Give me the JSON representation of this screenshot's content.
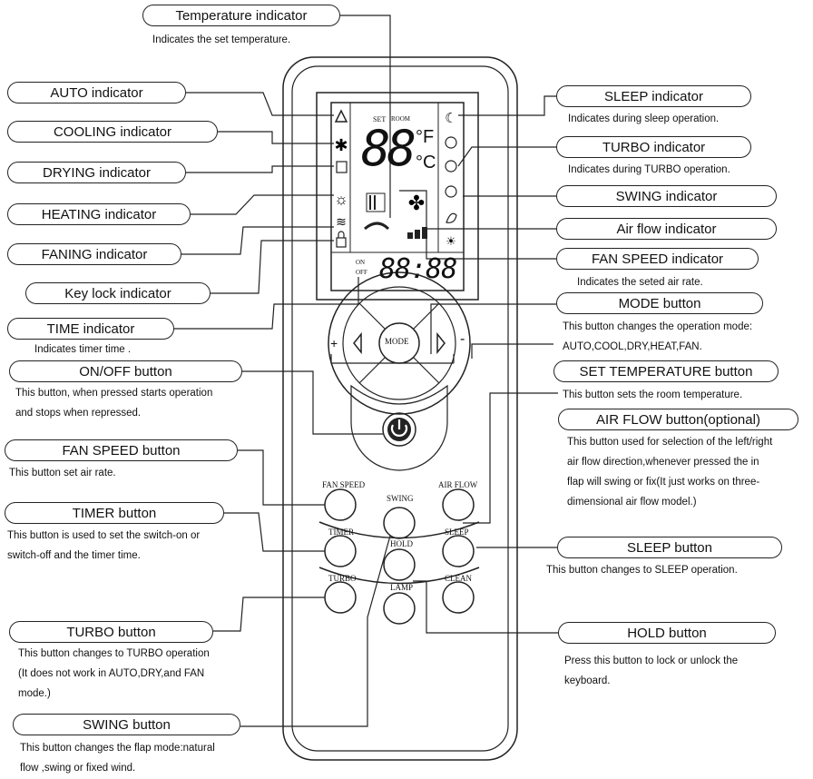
{
  "labels": {
    "temp_ind": "Temperature indicator",
    "temp_ind_desc": "Indicates the set temperature.",
    "auto_ind": "AUTO indicator",
    "cooling_ind": "COOLING indicator",
    "drying_ind": "DRYING indicator",
    "heating_ind": "HEATING indicator",
    "faning_ind": "FANING indicator",
    "keylock_ind": "Key lock  indicator",
    "time_ind": "TIME indicator",
    "time_ind_desc": "Indicates timer time .",
    "onoff_btn": "ON/OFF button",
    "onoff_desc1": "This button, when pressed starts operation",
    "onoff_desc2": "and stops when repressed.",
    "fanspeed_btn": "FAN SPEED  button",
    "fanspeed_desc": "This button set air rate.",
    "timer_btn": "TIMER  button",
    "timer_desc1": "This button is used to set the switch-on or",
    "timer_desc2": "switch-off and the timer time.",
    "turbo_btn": "TURBO  button",
    "turbo_desc1": "This button changes to TURBO operation",
    "turbo_desc2": "(It does not work in AUTO,DRY,and FAN",
    "turbo_desc3": "mode.)",
    "swing_btn": "SWING button",
    "swing_desc1": "This button changes the flap mode:natural",
    "swing_desc2": "flow  ,swing or fixed wind.",
    "sleep_ind": "SLEEP  indicator",
    "sleep_ind_desc": "Indicates during sleep operation.",
    "turbo_ind": "TURBO indicator",
    "turbo_ind_desc": "Indicates during TURBO operation.",
    "swing_ind": "SWING  indicator",
    "airflow_ind": "Air flow   indicator",
    "fanspeed_ind": "FAN SPEED  indicator",
    "fanspeed_ind_desc": "Indicates the seted air rate.",
    "mode_btn": "MODE button",
    "mode_desc1": "This button changes  the operation mode:",
    "mode_desc2": "AUTO,COOL,DRY,HEAT,FAN.",
    "settemp_btn": "SET TEMPERATURE button",
    "settemp_desc": "This button sets the room temperature.",
    "airflow_btn": "AIR FLOW  button(optional)",
    "airflow_desc1": "This button used for selection of the left/right",
    "airflow_desc2": "air flow direction,whenever pressed the in",
    "airflow_desc3": "flap will swing or fix(It just works on three-",
    "airflow_desc4": "dimensional air flow model.)",
    "sleep_btn": "SLEEP button",
    "sleep_btn_desc": "This button changes to SLEEP operation.",
    "hold_btn": "HOLD button",
    "hold_desc1": "Press this button to lock or unlock the",
    "hold_desc2": "keyboard."
  },
  "remote": {
    "display": {
      "set": "SET",
      "room": "ROOM",
      "temp_digits": "88",
      "unit_f": "°F",
      "unit_c": "°C",
      "on": "ON",
      "off": "OFF",
      "time_digits": "88:88"
    },
    "mode_key": "MODE",
    "plus": "+",
    "minus": "-",
    "buttons": {
      "fan_speed": "FAN SPEED",
      "swing": "SWING",
      "air_flow": "AIR FLOW",
      "timer": "TIMER",
      "hold": "HOLD",
      "sleep": "SLEEP",
      "turbo": "TURBO",
      "lamp": "LAMP",
      "clean": "CLEAN"
    }
  }
}
